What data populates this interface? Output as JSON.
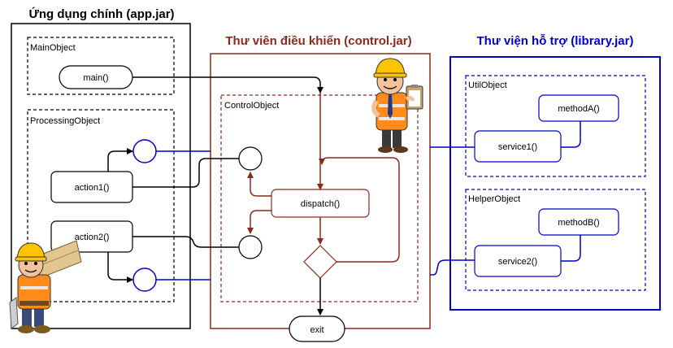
{
  "app": {
    "title": "Ứng dụng chính (app.jar)",
    "main_object": {
      "label": "MainObject",
      "main_node": "main()"
    },
    "processing_object": {
      "label": "ProcessingObject",
      "action1": "action1()",
      "action2": "action2()"
    }
  },
  "control": {
    "title": "Thư viên điều khiển (control.jar)",
    "control_object": {
      "label": "ControlObject",
      "dispatch": "dispatch()"
    },
    "exit": "exit"
  },
  "library": {
    "title": "Thư viện hỗ trợ (library.jar)",
    "util_object": {
      "label": "UtilObject",
      "methodA": "methodA()",
      "service1": "service1()"
    },
    "helper_object": {
      "label": "HelperObject",
      "methodB": "methodB()",
      "service2": "service2()"
    }
  },
  "colors": {
    "app": "#000000",
    "control": "#8b2a1a",
    "library": "#0000cc"
  },
  "icons": [
    "worker-with-clipboard",
    "worker-carrying-plank"
  ]
}
